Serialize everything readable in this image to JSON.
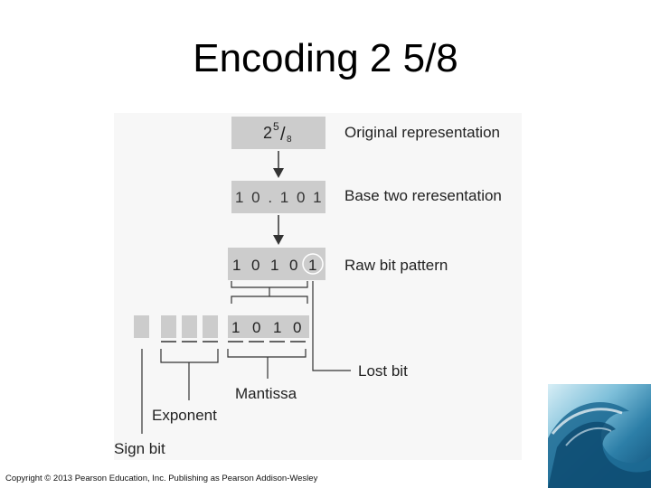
{
  "slide": {
    "title": "Encoding 2 5/8",
    "copyright": "Copyright © 2013 Pearson Education, Inc. Publishing as Pearson Addison-Wesley"
  },
  "diagram": {
    "original": {
      "whole": "2",
      "numerator": "5",
      "slash": "/",
      "denominator": "8",
      "label": "Original representation"
    },
    "base_two": {
      "value": "1 0 . 1 0 1",
      "label": "Base two reresentation"
    },
    "raw": {
      "bits": [
        "1",
        "0",
        "1",
        "0",
        "1"
      ],
      "label": "Raw bit pattern"
    },
    "mantissa_bits": [
      "1",
      "0",
      "1",
      "0"
    ],
    "lost_bit_label": "Lost bit",
    "mantissa_label": "Mantissa",
    "exponent_label": "Exponent",
    "sign_bit_label": "Sign bit"
  },
  "colors": {
    "box_fill": "#cccccc",
    "line": "#333333",
    "background": "#f7f7f7"
  },
  "icons": {
    "arrow": "down-arrow-icon",
    "decoration": "ocean-wave-image"
  }
}
